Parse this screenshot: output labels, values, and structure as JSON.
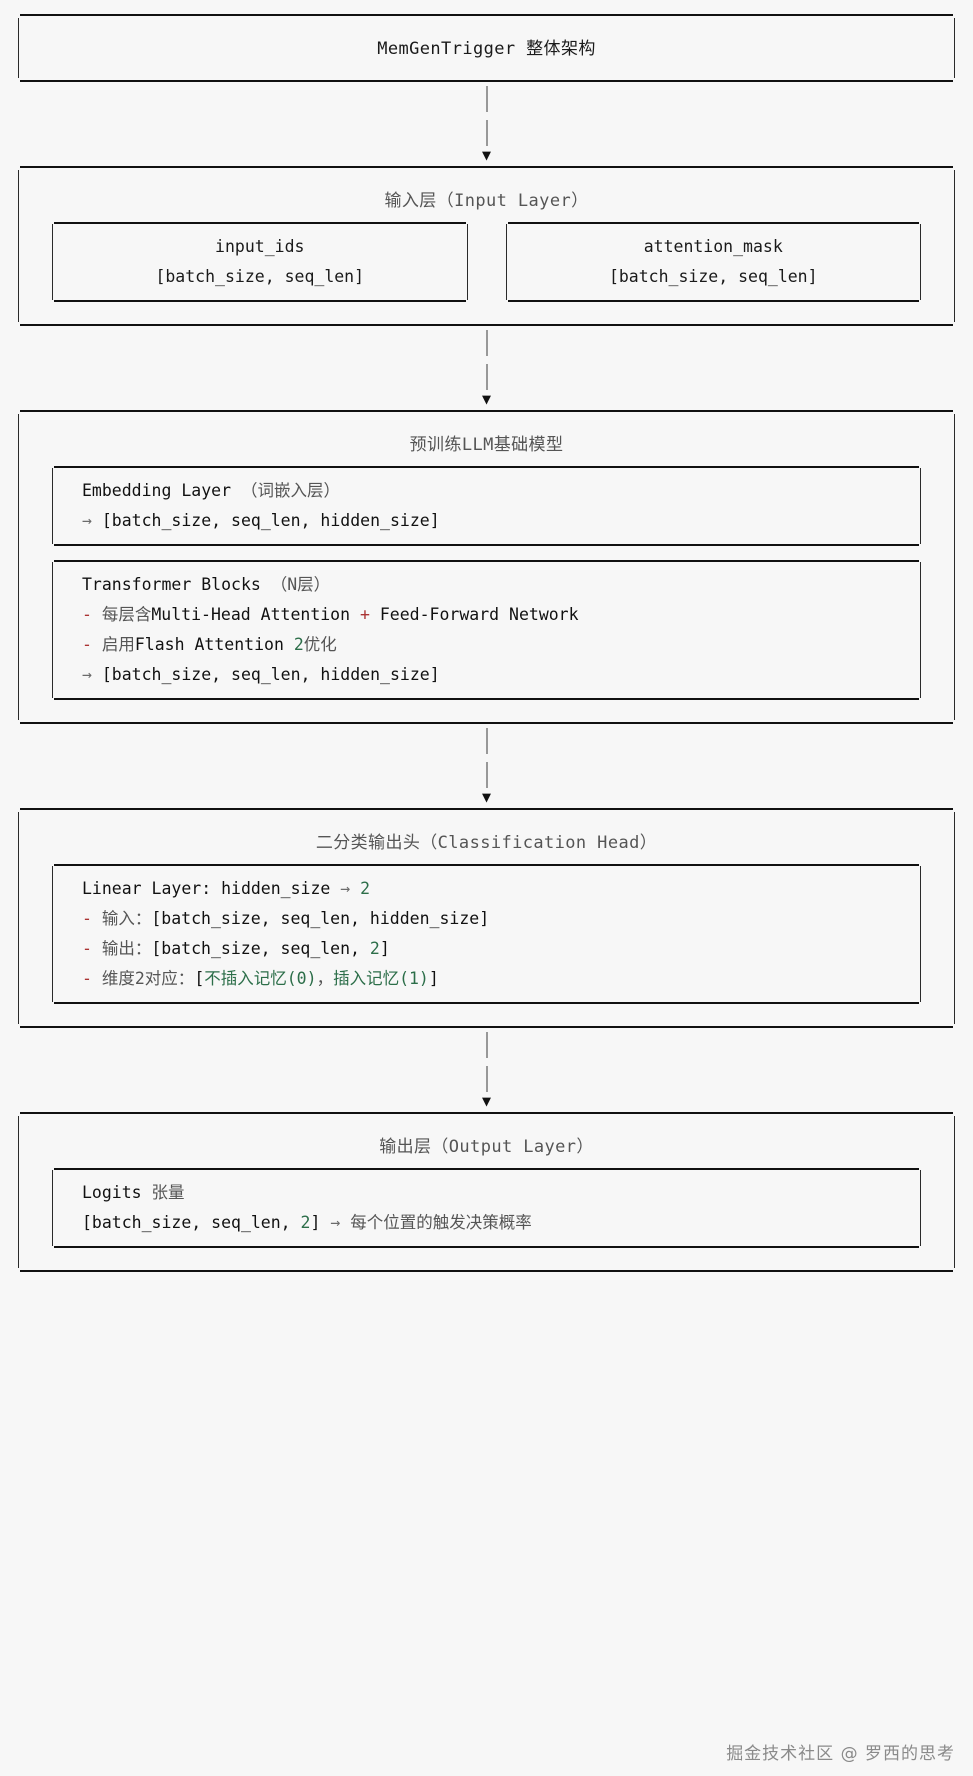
{
  "diagram": {
    "title_box": {
      "text": "MemGenTrigger  整体架构"
    },
    "input_layer": {
      "header": "输入层（Input Layer）",
      "left": {
        "name": "input_ids",
        "shape": "[batch_size, seq_len]"
      },
      "right": {
        "name": "attention_mask",
        "shape": "[batch_size, seq_len]"
      }
    },
    "llm_base": {
      "header": "预训练LLM基础模型",
      "embedding": {
        "title_en": "Embedding Layer ",
        "title_cjk": "（词嵌入层）",
        "arrow": "→",
        "shape": "[batch_size, seq_len, hidden_size]"
      },
      "transformer": {
        "title_en": "Transformer Blocks ",
        "title_cjk": "（N层）",
        "bullet": "-",
        "line1_cjk": "每层含",
        "line1_en_a": "Multi-Head Attention ",
        "line1_plus": "+",
        "line1_en_b": " Feed-Forward Network",
        "line2_cjk": "启用",
        "line2_en": "Flash Attention ",
        "line2_num": "2",
        "line2_tail": "优化",
        "arrow": "→",
        "shape": "[batch_size, seq_len, hidden_size]"
      }
    },
    "classification_head": {
      "header": "二分类输出头（Classification Head）",
      "linear": {
        "title": "Linear Layer: hidden_size ",
        "arrow": "→",
        "out_dim": "2",
        "bullet": "-",
        "in_label": "输入：",
        "in_shape": "[batch_size, seq_len, hidden_size]",
        "out_label": "输出：",
        "out_shape_a": "[batch_size, seq_len, ",
        "out_shape_num": "2",
        "out_shape_b": "]",
        "dim_label": "维度2对应：",
        "dim_open": "[",
        "dim_opt0": "不插入记忆(0)",
        "dim_comma": "，",
        "dim_opt1": "插入记忆(1)",
        "dim_close": "]"
      }
    },
    "output_layer": {
      "header": "输出层（Output Layer）",
      "logits": {
        "title_en": "Logits ",
        "title_cjk": "张量",
        "shape_a": "[batch_size, seq_len, ",
        "shape_num": "2",
        "shape_b": "] ",
        "arrow": "→",
        "desc": " 每个位置的触发决策概率"
      }
    },
    "arrow_glyph": "▼",
    "watermark": "掘金技术社区 @ 罗西的思考"
  }
}
